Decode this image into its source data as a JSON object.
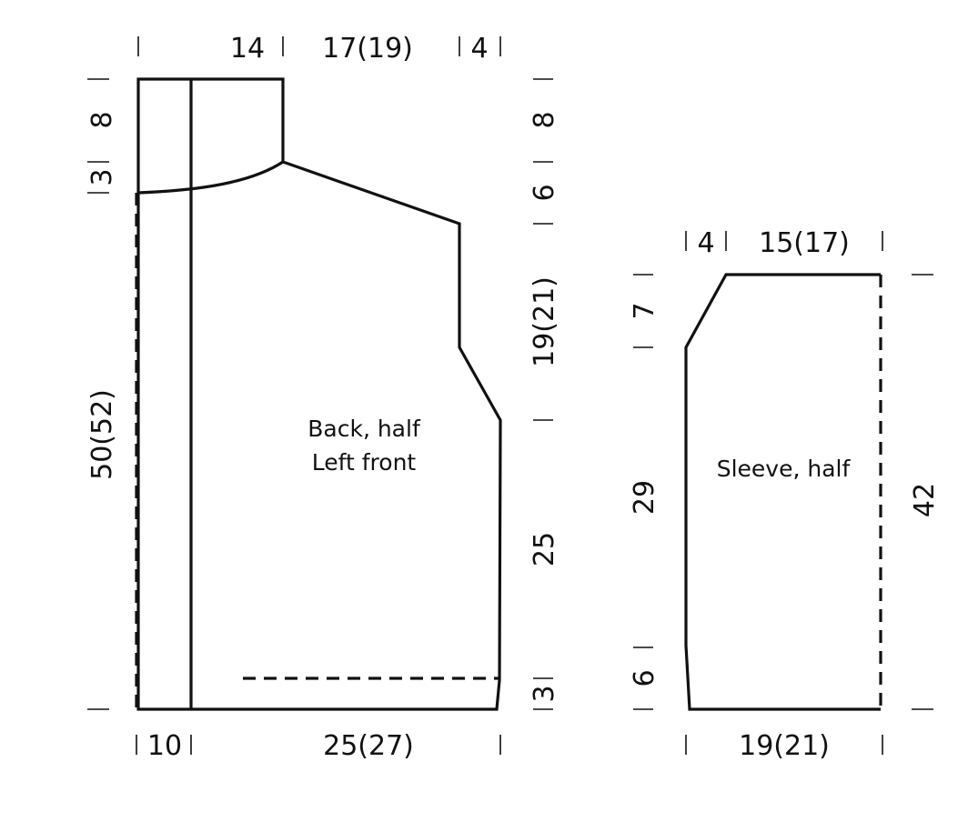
{
  "pieces": {
    "body": {
      "label_line1": "Back, half",
      "label_line2": "Left front"
    },
    "sleeve": {
      "label": "Sleeve, half"
    }
  },
  "dimensions": {
    "body_top_neck": "14",
    "body_top_shoulder": "17(19)",
    "body_top_edge": "4",
    "body_left_upper": "8",
    "body_left_neckdrop": "3",
    "body_left_total": "50(52)",
    "body_right_upper": "8",
    "body_right_slope": "6",
    "body_right_armhole": "19(21)",
    "body_right_side": "25",
    "body_right_hem": "3",
    "body_bottom_band": "10",
    "body_bottom_width": "25(27)",
    "sleeve_top_slope": "4",
    "sleeve_top_width": "15(17)",
    "sleeve_left_cap": "7",
    "sleeve_left_length": "29",
    "sleeve_left_cuff": "6",
    "sleeve_right_total": "42",
    "sleeve_bottom_width": "19(21)"
  }
}
